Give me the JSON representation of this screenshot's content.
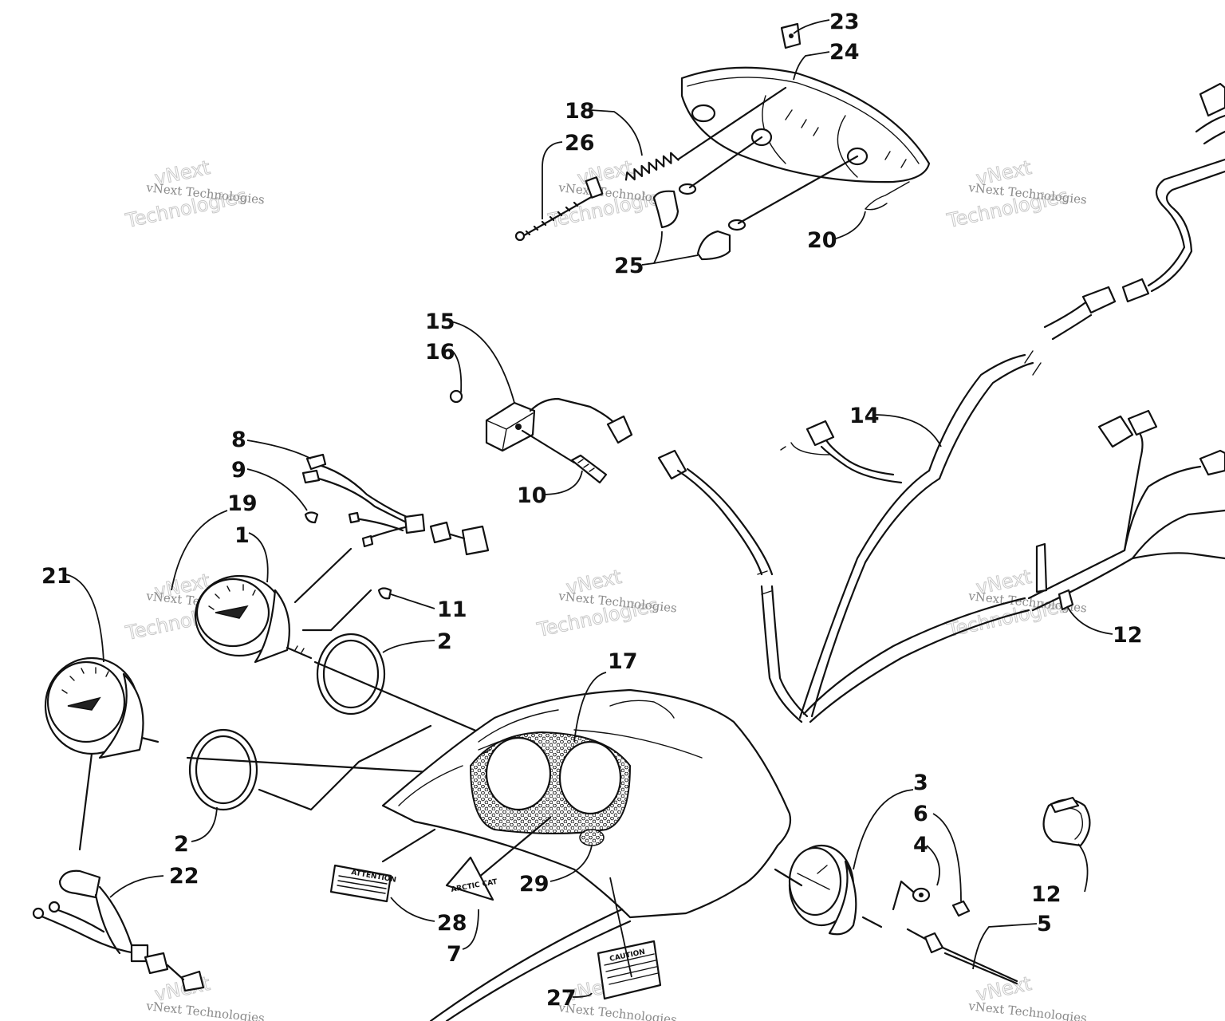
{
  "callouts": [
    {
      "id": "c23",
      "text": "23"
    },
    {
      "id": "c24",
      "text": "24"
    },
    {
      "id": "c18",
      "text": "18"
    },
    {
      "id": "c26",
      "text": "26"
    },
    {
      "id": "c20",
      "text": "20"
    },
    {
      "id": "c25",
      "text": "25"
    },
    {
      "id": "c15",
      "text": "15"
    },
    {
      "id": "c16",
      "text": "16"
    },
    {
      "id": "c8",
      "text": "8"
    },
    {
      "id": "c9",
      "text": "9"
    },
    {
      "id": "c10",
      "text": "10"
    },
    {
      "id": "c14",
      "text": "14"
    },
    {
      "id": "c19",
      "text": "19"
    },
    {
      "id": "c1",
      "text": "1"
    },
    {
      "id": "c21",
      "text": "21"
    },
    {
      "id": "c11",
      "text": "11"
    },
    {
      "id": "c2a",
      "text": "2"
    },
    {
      "id": "c17",
      "text": "17"
    },
    {
      "id": "c12a",
      "text": "12"
    },
    {
      "id": "c2b",
      "text": "2"
    },
    {
      "id": "c3",
      "text": "3"
    },
    {
      "id": "c6",
      "text": "6"
    },
    {
      "id": "c4",
      "text": "4"
    },
    {
      "id": "c22",
      "text": "22"
    },
    {
      "id": "c29",
      "text": "29"
    },
    {
      "id": "c28",
      "text": "28"
    },
    {
      "id": "c12b",
      "text": "12"
    },
    {
      "id": "c5",
      "text": "5"
    },
    {
      "id": "c7",
      "text": "7"
    },
    {
      "id": "c27",
      "text": "27"
    }
  ],
  "watermark": {
    "small": "vNext Technologies",
    "big_line1": "vNext",
    "big_line2": "Technologies"
  },
  "decals": {
    "attention": "ATTENTION",
    "arctic_cat": "ARCTIC CAT",
    "caution": "CAUTION"
  }
}
